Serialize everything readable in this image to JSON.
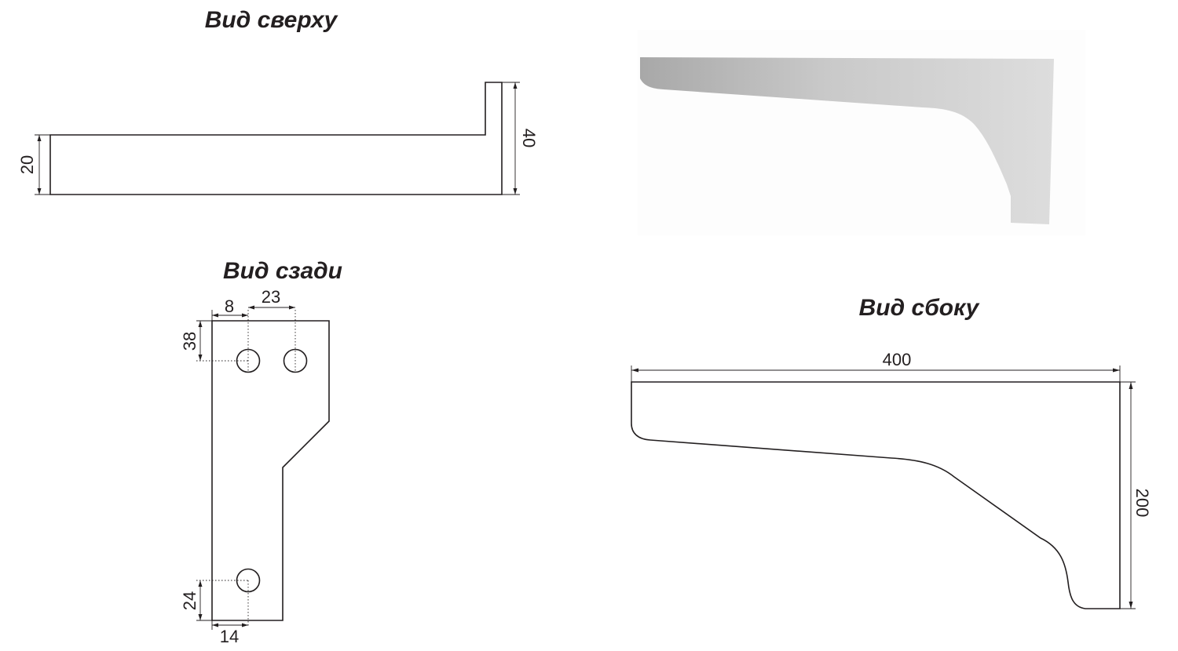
{
  "views": {
    "top": {
      "title": "Вид сверху",
      "dims": {
        "width": "20",
        "height": "40"
      }
    },
    "back": {
      "title": "Вид сзади",
      "dims": {
        "hole_offset_x": "8",
        "hole_spacing": "23",
        "hole_offset_top": "38",
        "hole_offset_bottom": "24",
        "hole_offset_x_bottom": "14"
      }
    },
    "side": {
      "title": "Вид сбоку",
      "dims": {
        "length": "400",
        "height": "200"
      }
    }
  },
  "render": {
    "fill": "#dddddd",
    "fill_shade": "#a8a8a8",
    "line_color": "#231f20"
  }
}
